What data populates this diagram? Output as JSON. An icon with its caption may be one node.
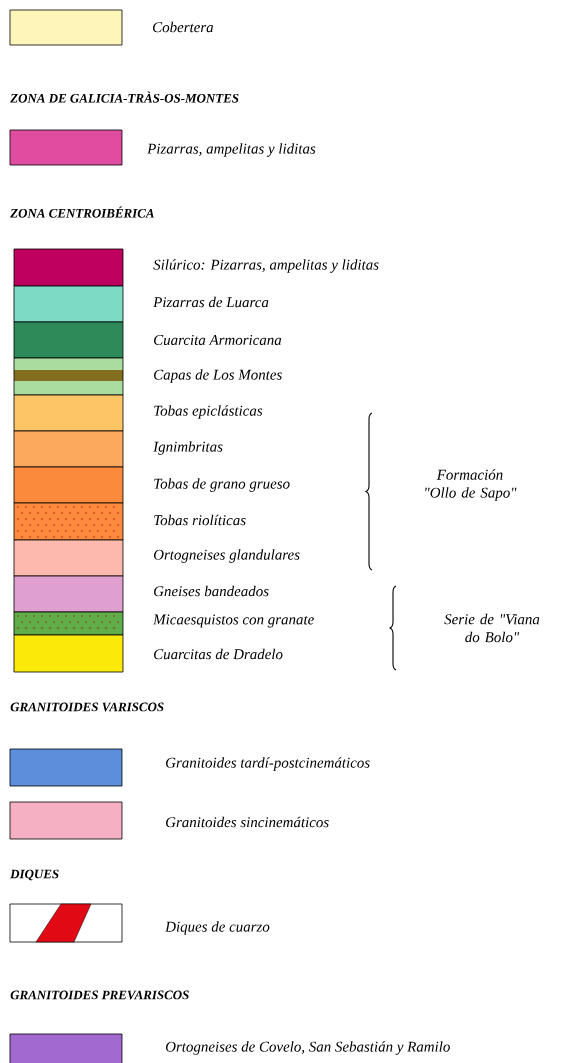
{
  "diagram": {
    "labels": [
      "ZONA DE GALICIA-TRÀS-OS-MONTES",
      "ZONA CENTROIBÉRICA",
      "Formación \"Ollo de Sapo\"",
      "Serie de \"Viana do Bolo\"",
      "GRANITOIDES VARISCOS",
      "DIQUES",
      "GRANITOIDES PREVARISCOS"
    ],
    "legend": [
      {
        "text": "Cobertera",
        "color": "#fdf6b8"
      },
      {
        "text": "Pizarras, ampelitas y liditas",
        "color": "#e04da0"
      },
      {
        "text": "Silúrico: Pizarras, ampelitas y liditas",
        "color": "#c0005f"
      },
      {
        "text": "Pizarras de Luarca",
        "color": "#7ddbc3"
      },
      {
        "text": "Cuarcita Armoricana",
        "color": "#2f8a5a"
      },
      {
        "text": "Capas de Los Montes"
      },
      {
        "text": "Tobas epiclásticas",
        "color": "#fdc565"
      },
      {
        "text": "Ignimbritas",
        "color": "#fca95e"
      },
      {
        "text": "Tobas de grano grueso",
        "color": "#fc8a3c"
      },
      {
        "text": "Tobas riolíticas"
      },
      {
        "text": "Ortogneises glandulares",
        "color": "#fdb9ae"
      },
      {
        "text": "Gneises bandeados",
        "color": "#dfa0d0"
      },
      {
        "text": "Micaesquistos con granate"
      },
      {
        "text": "Cuarcitas de Dradelo",
        "color": "#fbe90a"
      },
      {
        "text": "Granitoides tardí-postcinemáticos",
        "color": "#5b8fdc"
      },
      {
        "text": "Granitoides sincinemáticos",
        "color": "#f5b0c4"
      },
      {
        "text": "Diques de cuarzo"
      },
      {
        "text": "Ortogneises de Covelo, San Sebastián y Ramilo",
        "color": "#a26ad0"
      }
    ]
  }
}
